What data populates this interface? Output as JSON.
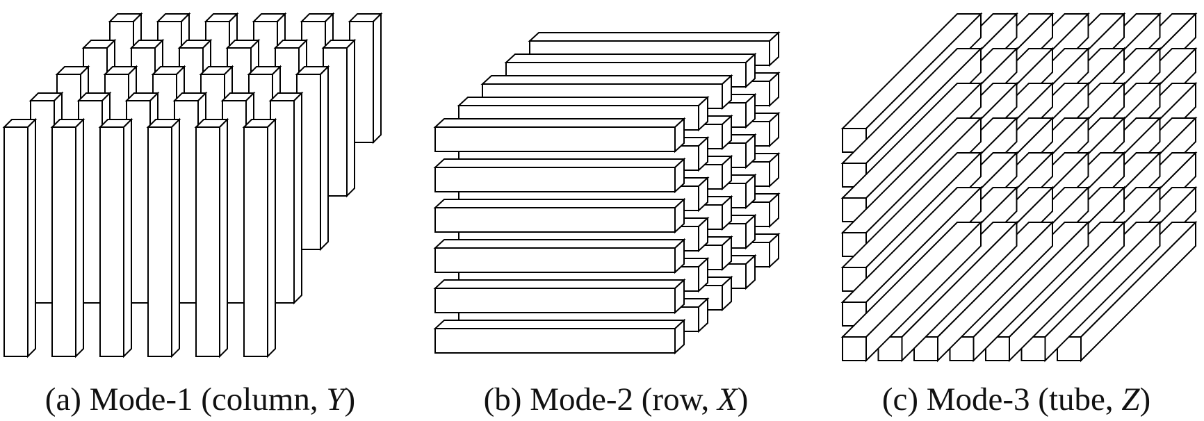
{
  "figure": {
    "panels": [
      {
        "id": "a",
        "fiber_orientation": "vertical",
        "grid": [
          6,
          5
        ],
        "caption": {
          "prefix": "(a) Mode-1 (column, ",
          "variable": "Y",
          "suffix": ")"
        }
      },
      {
        "id": "b",
        "fiber_orientation": "horizontal",
        "grid": [
          6,
          5
        ],
        "caption": {
          "prefix": "(b) Mode-2 (row, ",
          "variable": "X",
          "suffix": ")"
        }
      },
      {
        "id": "c",
        "fiber_orientation": "depth",
        "grid": [
          7,
          7
        ],
        "caption": {
          "prefix": "(c) Mode-3 (tube, ",
          "variable": "Z",
          "suffix": ")"
        }
      }
    ],
    "colors": {
      "stroke": "#000000",
      "face": "#ffffff",
      "text": "#111111"
    }
  }
}
